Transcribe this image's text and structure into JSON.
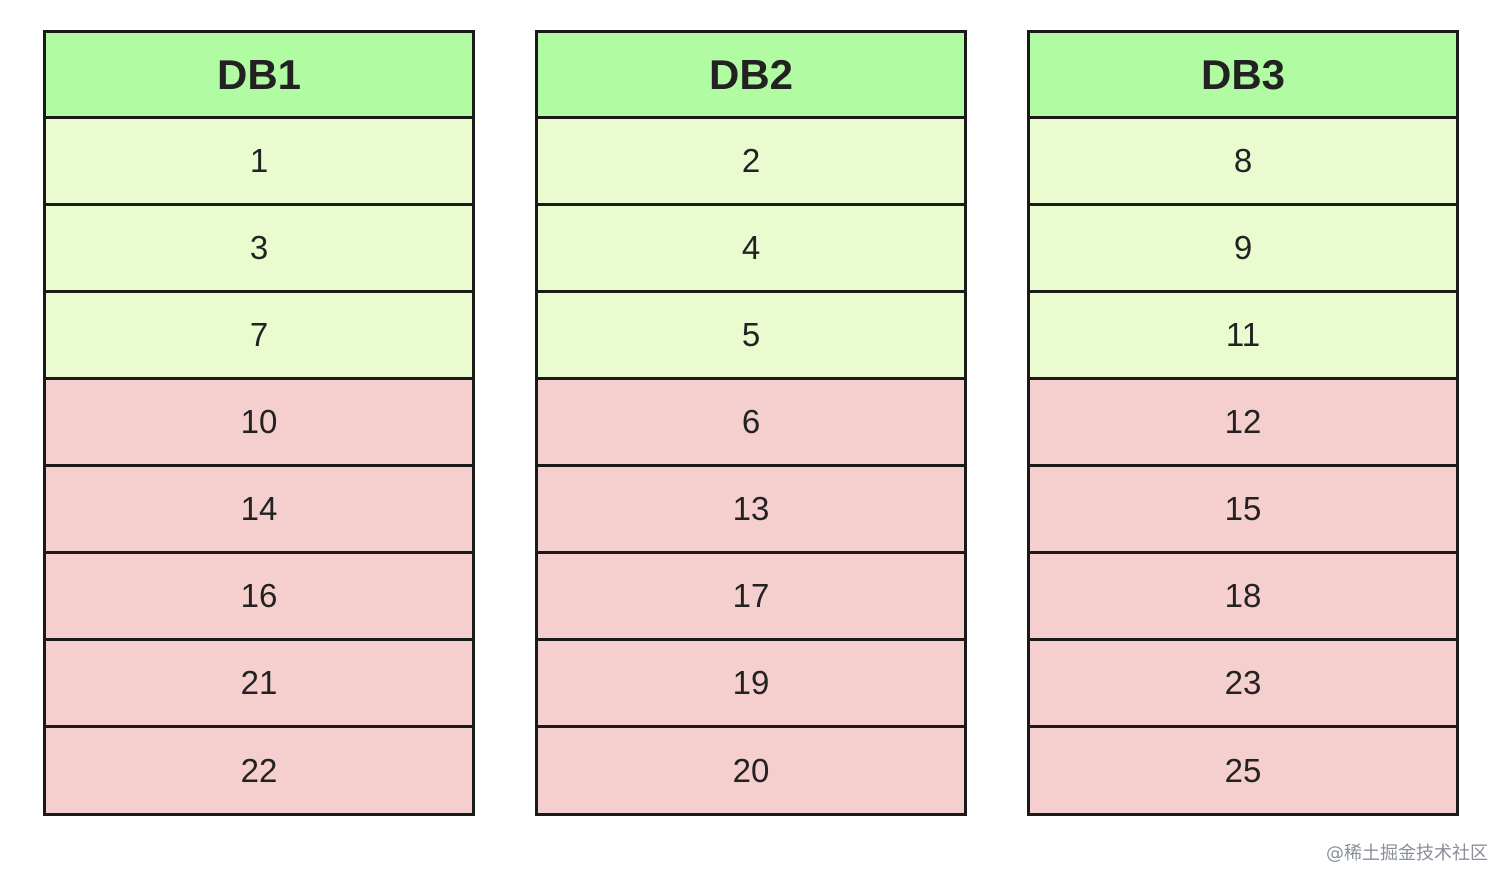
{
  "colors": {
    "header": "#b1fca3",
    "active": "#ebfbd0",
    "inactive": "#f5cece",
    "border": "#1a1a1a"
  },
  "tables": [
    {
      "title": "DB1",
      "rows": [
        {
          "value": "1",
          "state": "active"
        },
        {
          "value": "3",
          "state": "active"
        },
        {
          "value": "7",
          "state": "active"
        },
        {
          "value": "10",
          "state": "inactive"
        },
        {
          "value": "14",
          "state": "inactive"
        },
        {
          "value": "16",
          "state": "inactive"
        },
        {
          "value": "21",
          "state": "inactive"
        },
        {
          "value": "22",
          "state": "inactive"
        }
      ]
    },
    {
      "title": "DB2",
      "rows": [
        {
          "value": "2",
          "state": "active"
        },
        {
          "value": "4",
          "state": "active"
        },
        {
          "value": "5",
          "state": "active"
        },
        {
          "value": "6",
          "state": "inactive"
        },
        {
          "value": "13",
          "state": "inactive"
        },
        {
          "value": "17",
          "state": "inactive"
        },
        {
          "value": "19",
          "state": "inactive"
        },
        {
          "value": "20",
          "state": "inactive"
        }
      ]
    },
    {
      "title": "DB3",
      "rows": [
        {
          "value": "8",
          "state": "active"
        },
        {
          "value": "9",
          "state": "active"
        },
        {
          "value": "11",
          "state": "active"
        },
        {
          "value": "12",
          "state": "inactive"
        },
        {
          "value": "15",
          "state": "inactive"
        },
        {
          "value": "18",
          "state": "inactive"
        },
        {
          "value": "23",
          "state": "inactive"
        },
        {
          "value": "25",
          "state": "inactive"
        }
      ]
    }
  ],
  "watermark": "@稀土掘金技术社区"
}
